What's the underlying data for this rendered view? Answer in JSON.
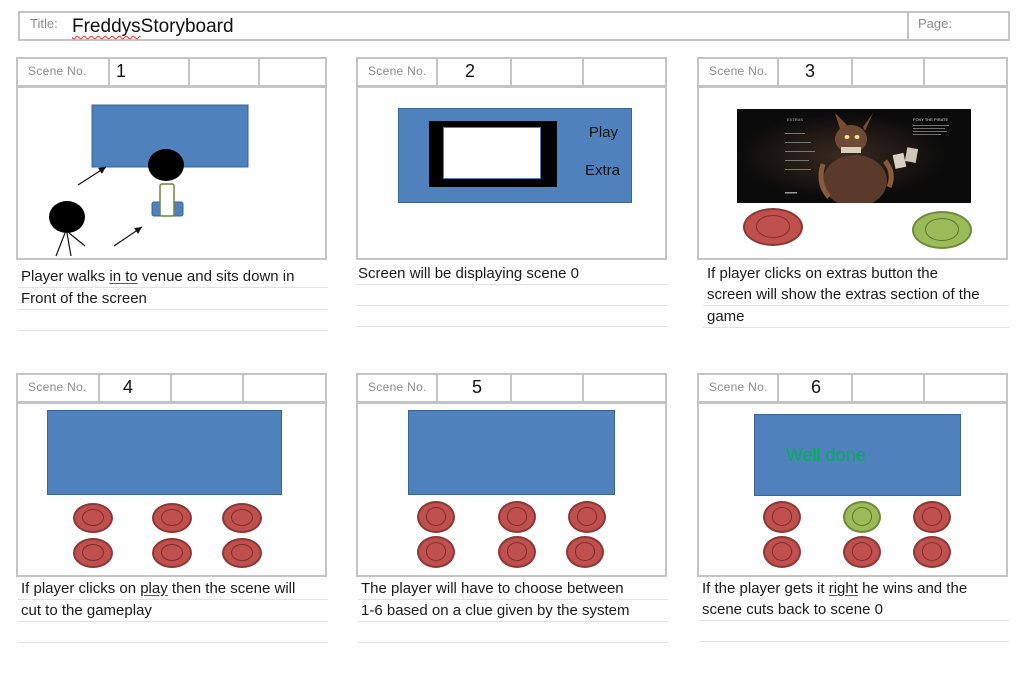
{
  "header": {
    "title_label": "Title:",
    "title_word": "Freddys",
    "title_rest": " Storyboard",
    "page_label": "Page:"
  },
  "scenes": [
    {
      "label": "Scene No.",
      "number": "1",
      "caption_lines": [
        "Player walks in to venue and sits down in",
        "Front of the screen"
      ]
    },
    {
      "label": "Scene No.",
      "number": "2",
      "caption_lines": [
        "Screen will be displaying scene 0"
      ],
      "screen_menu": [
        "Play",
        "Extra"
      ]
    },
    {
      "label": "Scene No.",
      "number": "3",
      "caption_lines": [
        "If player clicks on extras button the",
        "screen will show the extras section of the",
        "game"
      ],
      "extras_image": {
        "heading": "EXTRAS",
        "name": "FOXY THE PIRATE"
      }
    },
    {
      "label": "Scene No.",
      "number": "4",
      "caption_lines": [
        "If player clicks on play then the scene will",
        "cut to the gameplay"
      ]
    },
    {
      "label": "Scene No.",
      "number": "5",
      "caption_lines": [
        "The player will have to choose between",
        "1-6 based on a clue given by the system"
      ]
    },
    {
      "label": "Scene No.",
      "number": "6",
      "caption_lines": [
        "If the player gets it right he wins and the",
        "scene cuts back to scene 0"
      ],
      "screen_text": "Well done"
    }
  ],
  "colors": {
    "screen_blue": "#4f81bd",
    "button_red": "#c0504d",
    "button_green": "#9bbb59",
    "well_done_green": "#00b050"
  }
}
